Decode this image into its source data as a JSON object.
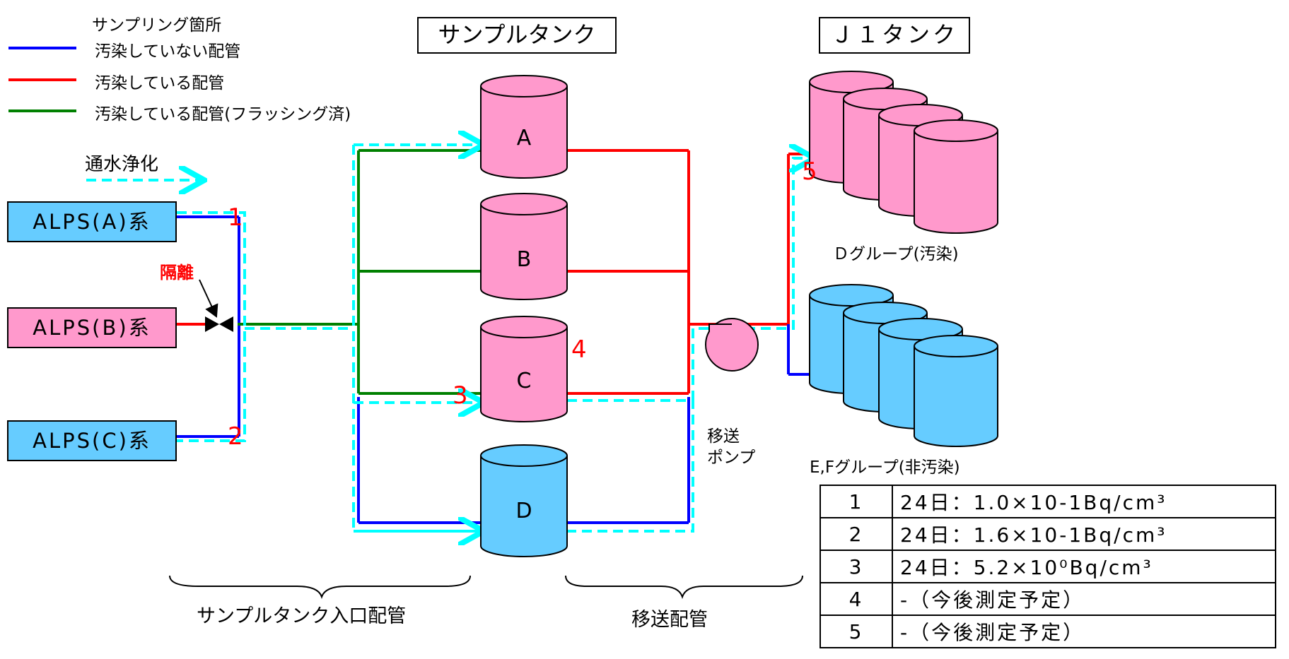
{
  "legend": {
    "header": "サンプリング箇所",
    "items": [
      {
        "label": "汚染していない配管",
        "color": "#0000ff"
      },
      {
        "label": "汚染している配管",
        "color": "#ff0000"
      },
      {
        "label": "汚染している配管(フラッシング済)",
        "color": "#008000"
      }
    ],
    "flow_label": "通水浄化",
    "flow_color": "#00ffff"
  },
  "titles": {
    "sample_tank": "サンプルタンク",
    "j1_tank": "Ｊ１タンク"
  },
  "sources": [
    {
      "label": "ALPS(A)系",
      "color": "#66ccff"
    },
    {
      "label": "ALPS(B)系",
      "color": "#ff99cc"
    },
    {
      "label": "ALPS(C)系",
      "color": "#66ccff"
    }
  ],
  "isolation_label": "隔離",
  "sample_tanks": [
    {
      "label": "A",
      "color": "#ff99cc"
    },
    {
      "label": "B",
      "color": "#ff99cc"
    },
    {
      "label": "C",
      "color": "#ff99cc"
    },
    {
      "label": "D",
      "color": "#66ccff"
    }
  ],
  "points": [
    "1",
    "2",
    "3",
    "4",
    "5"
  ],
  "pump_label_1": "移送",
  "pump_label_2": "ポンプ",
  "groups": {
    "d_group": "Ｄグループ(汚染)",
    "ef_group": "E,Fグループ(非汚染)"
  },
  "bottom_labels": {
    "inlet": "サンプルタンク入口配管",
    "transfer": "移送配管"
  },
  "results": [
    {
      "point": "1",
      "value": "24日：1.0×10-1Bq/cm³"
    },
    {
      "point": "2",
      "value": "24日：1.6×10-1Bq/cm³"
    },
    {
      "point": "3",
      "value": "24日：5.2×10⁰Bq/cm³"
    },
    {
      "point": "4",
      "value": "-（今後測定予定）"
    },
    {
      "point": "5",
      "value": "-（今後測定予定）"
    }
  ]
}
